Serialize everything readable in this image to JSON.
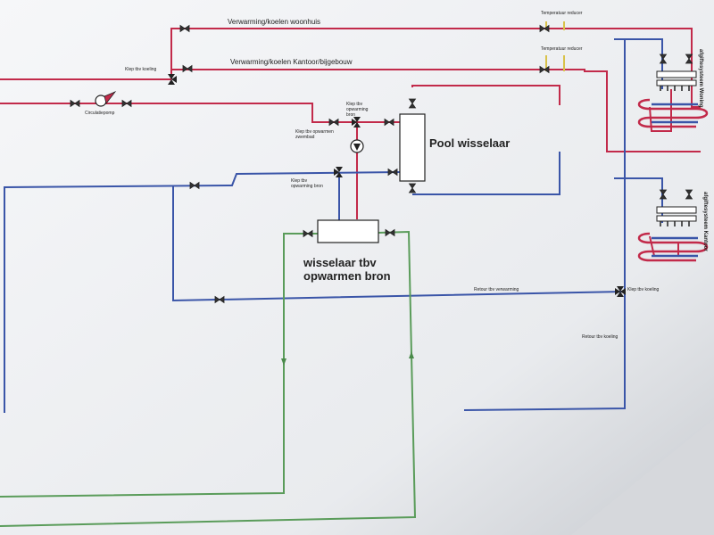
{
  "colors": {
    "paper": "#f3f4f6",
    "supply": "#c22a4a",
    "return": "#3a55a8",
    "source": "#5a9c5a",
    "temp_reducer": "#d8c24a",
    "ink": "#222222"
  },
  "labels": {
    "woonhuis_line": "Verwarming/koelen woonhuis",
    "kantoor_line": "Verwarming/koelen Kantoor/bijgebouw",
    "temp_reducer_1": "Temperatuur reducer",
    "temp_reducer_2": "Temperatuur reducer",
    "klep_koeling_left": "Klep tbv koeling",
    "circulatiepomp": "Circulatiepomp",
    "klep_opwarming_bron_top": "Klep tbv opwarming bron",
    "klep_opwarmen_zwembad": "Klep tbv opwarmen zwembad",
    "klep_opwarming_bron_bottom": "Klep tbv opwarming bron",
    "pool_wisselaar": "Pool wisselaar",
    "wisselaar_bron_line1": "wisselaar tbv",
    "wisselaar_bron_line2": "opwarmen bron",
    "retour_verwarming": "Retour tbv verwarming",
    "klep_koeling_right": "Klep tbv koeling",
    "retour_koeling": "Retour tbv koeling",
    "afgiftesysteem_woning": "afgiftesysteem Woning",
    "afgiftesysteem_kantoor": "afgiftesysteem Kantoor"
  }
}
